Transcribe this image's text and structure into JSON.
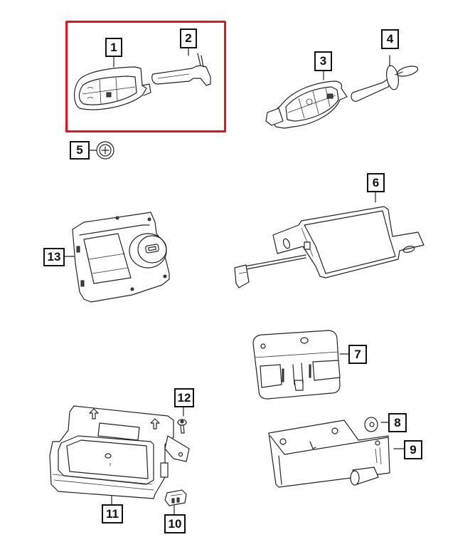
{
  "diagram": {
    "type": "exploded parts diagram",
    "highlight_color": "#e8141c",
    "highlighted_group": [
      "1",
      "2"
    ],
    "callouts": [
      {
        "id": "1",
        "label": "1",
        "part": "smart key fob (flip-less, 4 buttons)"
      },
      {
        "id": "2",
        "label": "2",
        "part": "emergency key blade"
      },
      {
        "id": "3",
        "label": "3",
        "part": "fobik key fob (5 buttons)"
      },
      {
        "id": "4",
        "label": "4",
        "part": "emergency key blade with ring"
      },
      {
        "id": "5",
        "label": "5",
        "part": "coin cell battery"
      },
      {
        "id": "6",
        "label": "6",
        "part": "receiver module with pigtail connector"
      },
      {
        "id": "7",
        "label": "7",
        "part": "mounting bracket"
      },
      {
        "id": "8",
        "label": "8",
        "part": "push pin / nut"
      },
      {
        "id": "9",
        "label": "9",
        "part": "module bracket with antenna"
      },
      {
        "id": "10",
        "label": "10",
        "part": "connector clip"
      },
      {
        "id": "11",
        "label": "11",
        "part": "control module"
      },
      {
        "id": "12",
        "label": "12",
        "part": "screw"
      },
      {
        "id": "13",
        "label": "13",
        "part": "ignition / keyless node module"
      }
    ]
  }
}
